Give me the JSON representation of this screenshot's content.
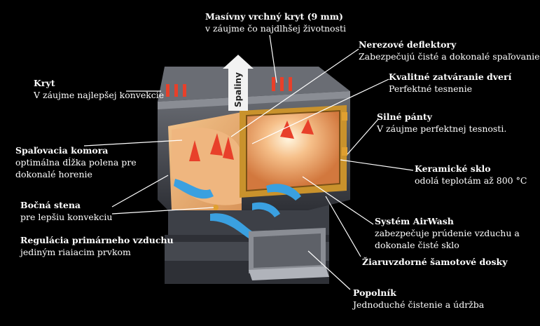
{
  "labels": {
    "top_cover": {
      "title": "Masívny vrchný kryt (9 mm)",
      "desc": "v záujme čo najdlhšej životnosti"
    },
    "deflectors": {
      "title": "Nerezové deflektory",
      "desc": "Zabezpečujú čisté a dokonalé spaľovanie"
    },
    "door_seal": {
      "title": "Kvalitné zatváranie dverí",
      "desc": "Perfektné tesnenie"
    },
    "hinges": {
      "title": "Silné pánty",
      "desc": "V záujme perfektnej tesnosti."
    },
    "glass": {
      "title": "Keramické sklo",
      "desc": "odolá teplotám až 800 °C"
    },
    "airwash": {
      "title": "Systém AirWash",
      "desc1": "zabezpečuje prúdenie vzduchu a",
      "desc2": "dokonale čisté sklo"
    },
    "bricks": {
      "title": "Žiaruvzdorné šamotové dosky"
    },
    "ash_pan": {
      "title": "Popolník",
      "desc": "Jednoduché čistenie a údržba"
    },
    "cover": {
      "title": "Kryt",
      "desc": "V záujme najlepšej konvekcie"
    },
    "chamber": {
      "title": "Spaľovacia komora",
      "desc1": "optimálna dĺžka polena pre",
      "desc2": "dokonalé horenie"
    },
    "side_wall": {
      "title": "Bočná stena",
      "desc": "pre lepšiu konvekciu"
    },
    "primary_air": {
      "title": "Regulácia primárneho vzduchu",
      "desc": "jediným riaiacim prvkom"
    }
  },
  "exhaust_label": "Spaliny",
  "colors": {
    "background": "#000000",
    "stove_dark": "#3a3d44",
    "stove_mid": "#55585f",
    "stove_light": "#7a7d84",
    "firebrick": "#e8b077",
    "flame_red": "#e8402a",
    "air_blue": "#3aa0e0",
    "door_gold": "#e0a030"
  }
}
